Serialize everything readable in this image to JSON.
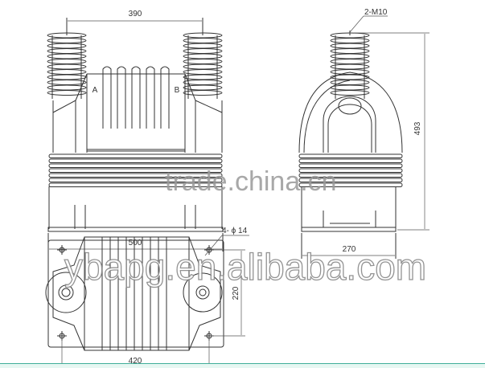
{
  "drawing": {
    "front_view": {
      "dim_top": "390",
      "dim_bottom": "500",
      "terminal_a": "A",
      "terminal_b": "B"
    },
    "side_view": {
      "thread_label": "2-M10",
      "dim_height": "493",
      "dim_bottom": "270"
    },
    "top_view": {
      "hole_label": "4- ϕ 14",
      "dim_vertical": "220",
      "dim_bottom": "420"
    }
  },
  "watermarks": {
    "trade": "trade.china.cn",
    "alibaba": "ybapg.en.alibaba.com"
  },
  "colors": {
    "line": "#333333",
    "footer_border": "#3fae99",
    "footer_fill": "#e6f7f2"
  }
}
